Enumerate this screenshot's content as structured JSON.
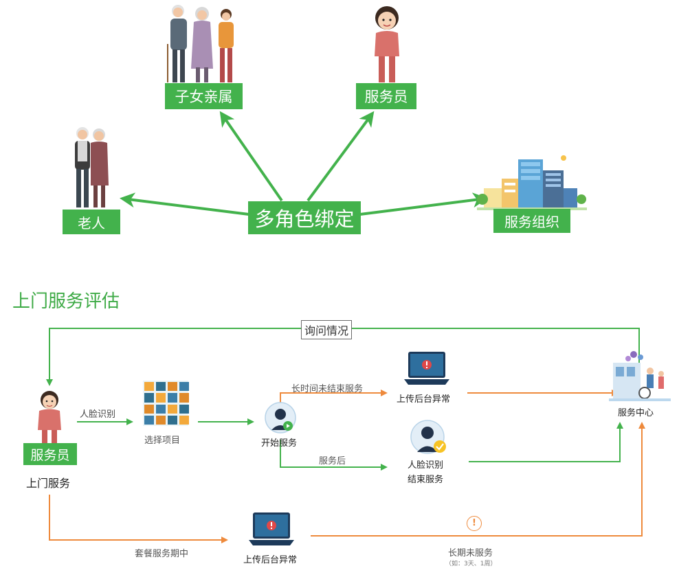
{
  "binding": {
    "center_label": "多角色绑定",
    "roles": {
      "children": "子女亲属",
      "staff": "服务员",
      "elderly": "老人",
      "org": "服务组织"
    }
  },
  "flow": {
    "section_title": "上门服务评估",
    "inquiry_label": "询问情况",
    "worker_badge": "服务员",
    "worker_caption": "上门服务",
    "face_id_label": "人脸识别",
    "select_item_label": "选择项目",
    "start_service_label": "开始服务",
    "long_unfinished_label": "长时间未结束服务",
    "upload_abnormal_label": "上传后台异常",
    "after_service_label": "服务后",
    "face_id_end_line1": "人脸识别",
    "face_id_end_line2": "结束服务",
    "service_center_label": "服务中心",
    "package_period_label": "套餐服务期中",
    "upload_abnormal_label_2": "上传后台异常",
    "long_no_service_label": "长期未服务",
    "long_no_service_note": "（如：3天、1周）",
    "warning_glyph": "!"
  },
  "colors": {
    "green": "#43b24c",
    "orange": "#ee8a3c",
    "title_green": "#3daa45"
  }
}
